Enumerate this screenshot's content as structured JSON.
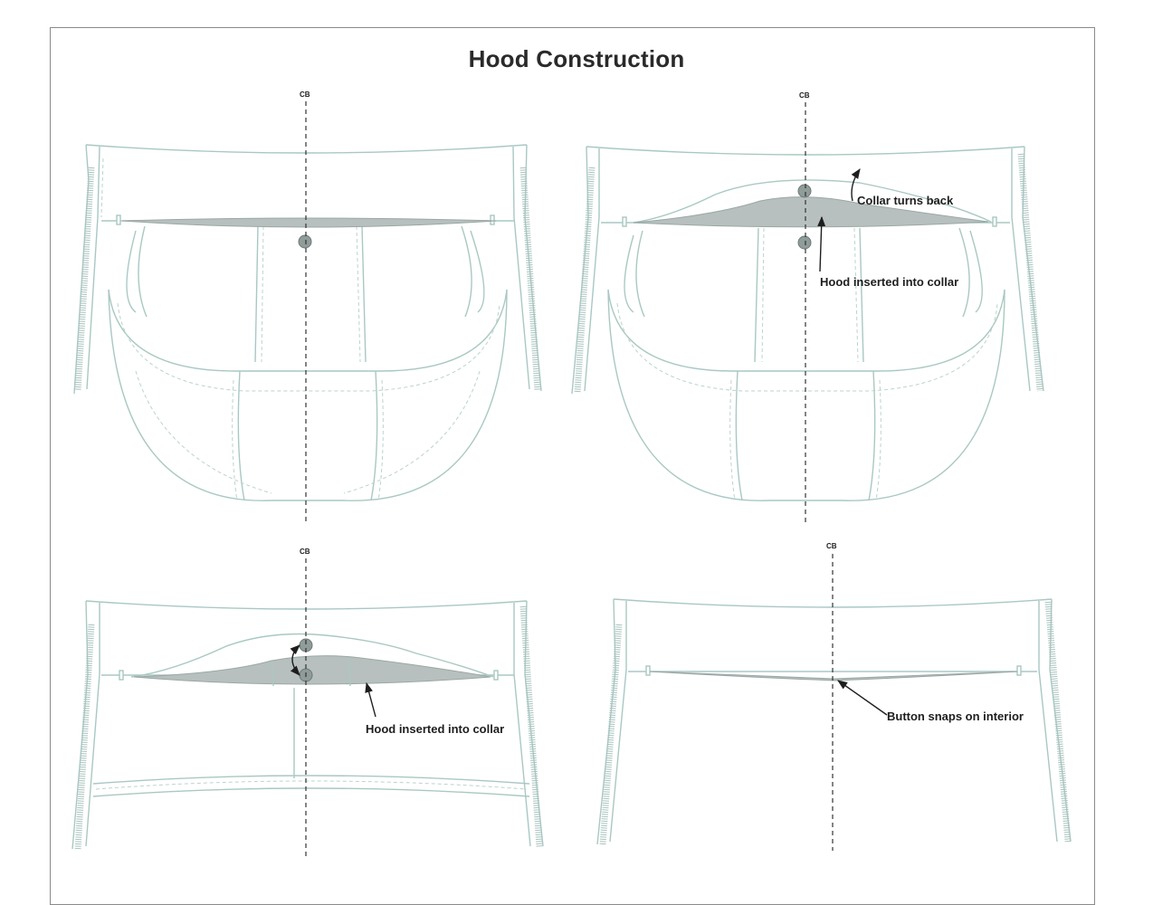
{
  "title": "Hood Construction",
  "center_back_label": "CB",
  "panels": [
    {
      "id": "panel-1",
      "annotations": []
    },
    {
      "id": "panel-2",
      "annotations": [
        "Collar turns back",
        "Hood inserted into collar"
      ]
    },
    {
      "id": "panel-3",
      "annotations": [
        "Hood inserted into collar"
      ]
    },
    {
      "id": "panel-4",
      "annotations": [
        "Button snaps on interior"
      ]
    }
  ],
  "colors": {
    "outline": "#a9c8c3",
    "fill_gray": "#b7c0be",
    "text": "#1e1e1e"
  }
}
